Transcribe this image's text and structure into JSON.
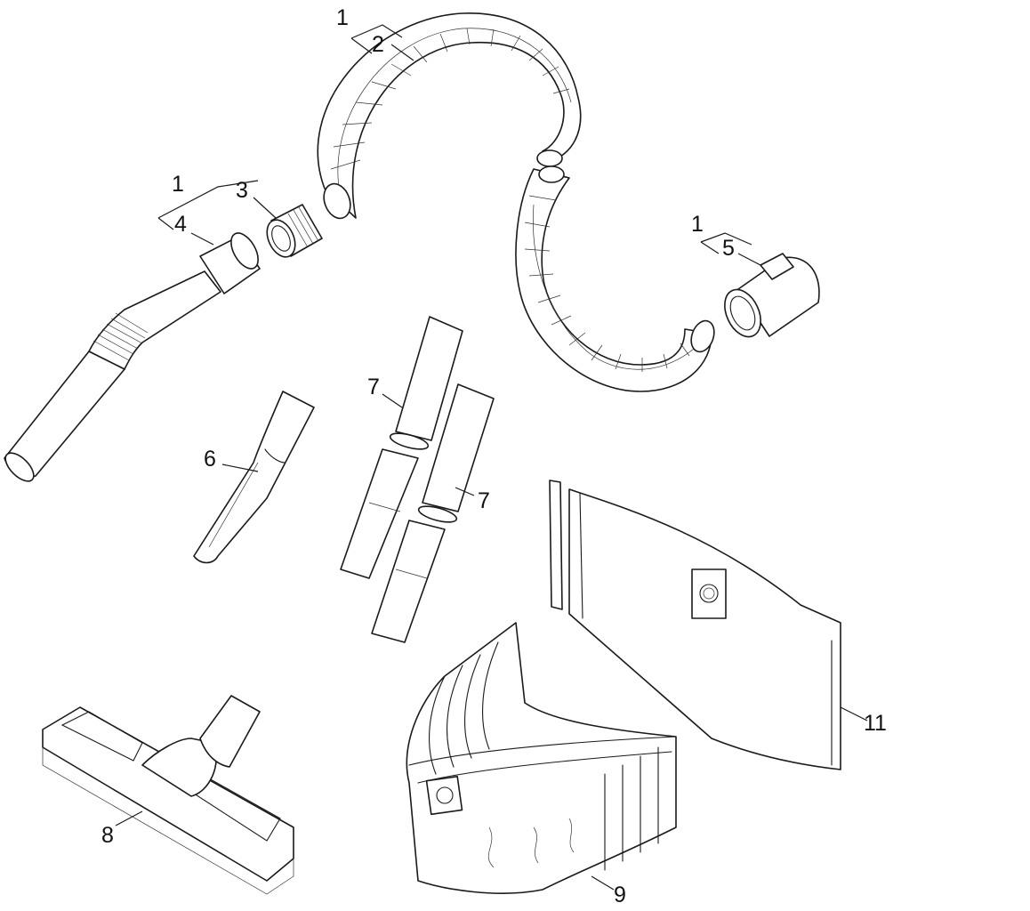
{
  "callouts": {
    "kit_hose": "1",
    "suction_hose": "2",
    "kit_adapter": "1",
    "hose_adapter": "3",
    "suction_tube": "4",
    "kit_connector": "1",
    "connector": "5",
    "crevice_nozzle": "6",
    "extension_tube_a": "7",
    "extension_tube_b": "7",
    "floor_nozzle": "8",
    "filter_bags": "9",
    "filter_bag": "11"
  }
}
